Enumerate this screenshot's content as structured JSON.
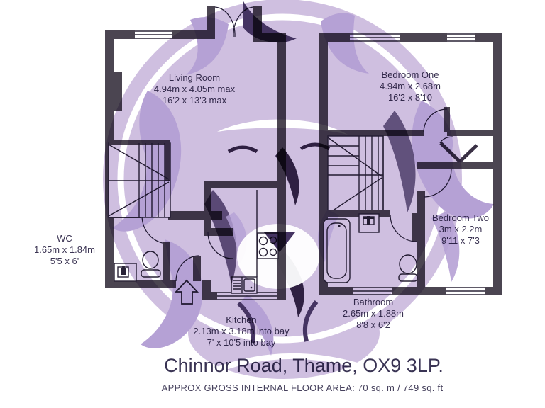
{
  "plans": {
    "ground_floor": {
      "rooms": {
        "living_room": {
          "name": "Living Room",
          "metric": "4.94m x 4.05m max",
          "imperial": "16'2 x 13'3 max"
        },
        "wc": {
          "name": "WC",
          "metric": "1.65m x 1.84m",
          "imperial": "5'5 x 6'"
        },
        "kitchen": {
          "name": "Kitchen",
          "metric": "2.13m x 3.18m into bay",
          "imperial": "7' x 10'5 into bay"
        }
      }
    },
    "first_floor": {
      "rooms": {
        "bedroom_one": {
          "name": "Bedroom One",
          "metric": "4.94m x 2.68m",
          "imperial": "16'2 x 8'10"
        },
        "bedroom_two": {
          "name": "Bedroom Two",
          "metric": "3m x 2.2m",
          "imperial": "9'11 x 7'3"
        },
        "bathroom": {
          "name": "Bathroom",
          "metric": "2.65m x 1.88m",
          "imperial": "8'8 x 6'2"
        }
      }
    }
  },
  "address": "Chinnor Road, Thame, OX9 3LP.",
  "floor_area_note": "APPROX GROSS INTERNAL FLOOR AREA:  70 sq. m  / 749 sq. ft",
  "icons": {
    "watermark": "lion-head-watermark",
    "fixtures": [
      "stairs",
      "toilet",
      "basin",
      "bath",
      "hob",
      "kitchen-sink",
      "entrance-arrow",
      "door-arc",
      "window"
    ]
  },
  "colors": {
    "wall": "#4b4551",
    "watermark_light": "#cdbcdf",
    "watermark_mid": "#b29cd3",
    "watermark_dark": "#3c2a5a",
    "watermark_deep": "#241538",
    "text": "#3b3453"
  }
}
